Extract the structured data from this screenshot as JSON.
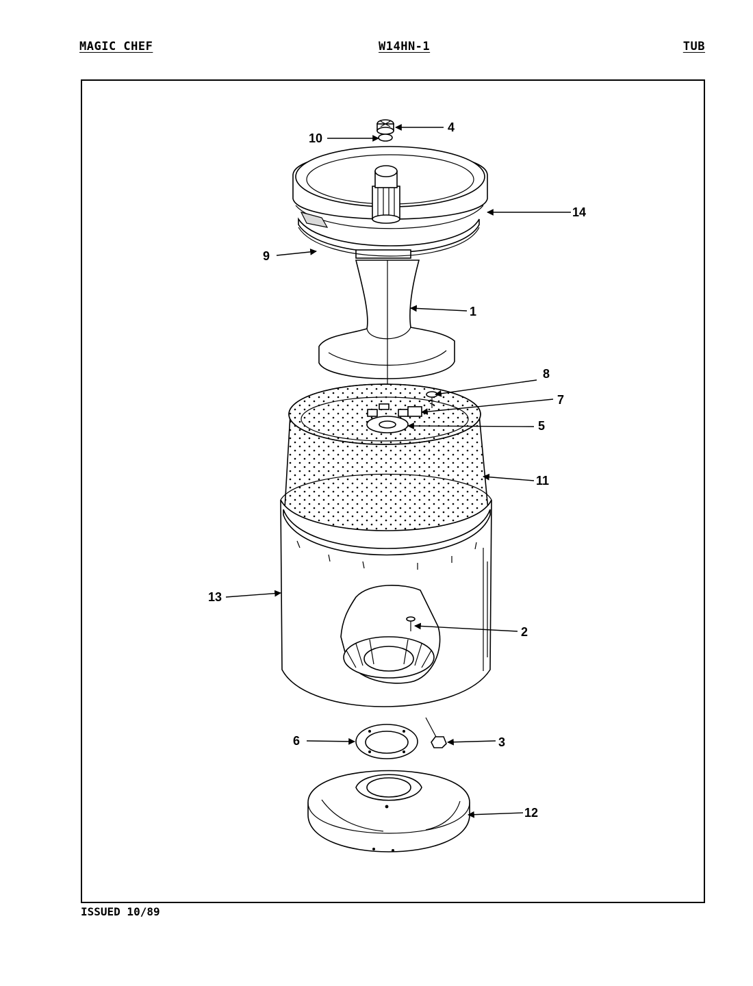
{
  "header": {
    "brand": "MAGIC CHEF",
    "model": "W14HN-1",
    "section": "TUB"
  },
  "footer": {
    "issued": "ISSUED 10/89"
  },
  "callouts": {
    "c1": "1",
    "c2": "2",
    "c3": "3",
    "c4": "4",
    "c5": "5",
    "c6": "6",
    "c7": "7",
    "c8": "8",
    "c9": "9",
    "c10": "10",
    "c11": "11",
    "c12": "12",
    "c13": "13",
    "c14": "14"
  }
}
